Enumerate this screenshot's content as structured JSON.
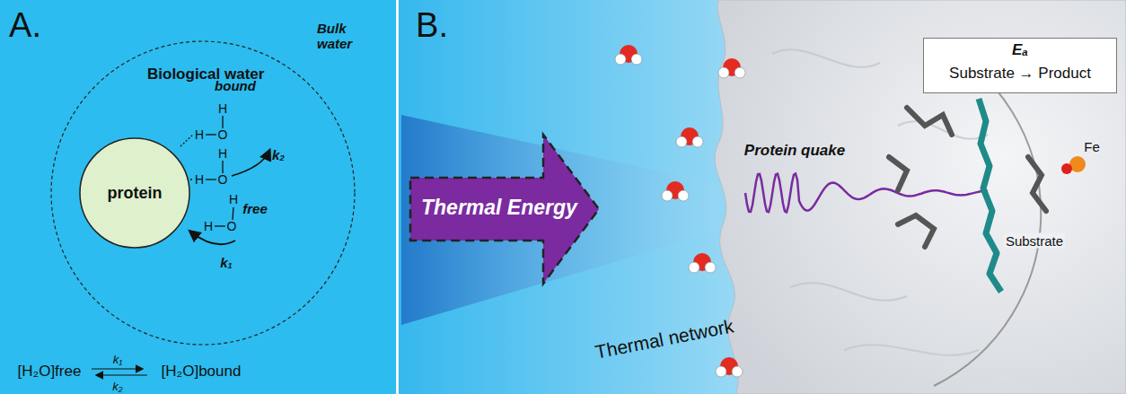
{
  "diagram": {
    "nodes": [
      {
        "text": [
          "Biological water"
        ]
      },
      {
        "text": [
          "protein"
        ],
        "in": 0
      },
      {
        "text": [
          "Thermal Energy"
        ]
      },
      {
        "text": [
          "Eₐ",
          "Substrate → Product"
        ]
      }
    ],
    "labels": [
      "A.",
      "Bulk water",
      "bound",
      "free",
      "k₂",
      "k₁",
      "H",
      "H",
      "O",
      "H",
      "H",
      "O",
      "H",
      "H",
      "O",
      "[H₂O]free",
      "k₁",
      "k₂",
      "[H₂O]bound",
      "B.",
      "Protein quake",
      "Thermal network",
      "Substrate",
      "Fe"
    ]
  }
}
